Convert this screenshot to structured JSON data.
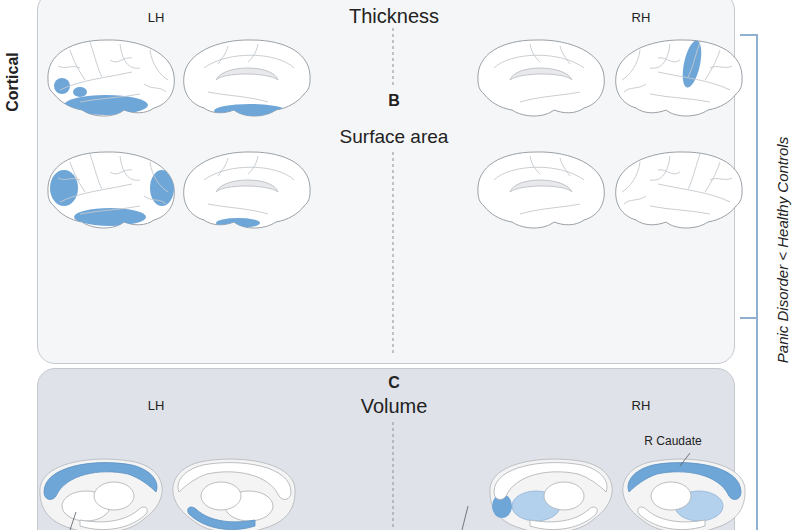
{
  "diagram": {
    "nodes": [
      {
        "text": [
          "LH",
          "Thickness",
          "RH",
          "B",
          "Surface area"
        ]
      },
      {
        "text": [
          "C",
          "Volume",
          "LH",
          "RH",
          "R Caudate"
        ]
      }
    ],
    "labels": [
      "Cortical",
      "Panic Disorder < Healthy Controls"
    ]
  }
}
